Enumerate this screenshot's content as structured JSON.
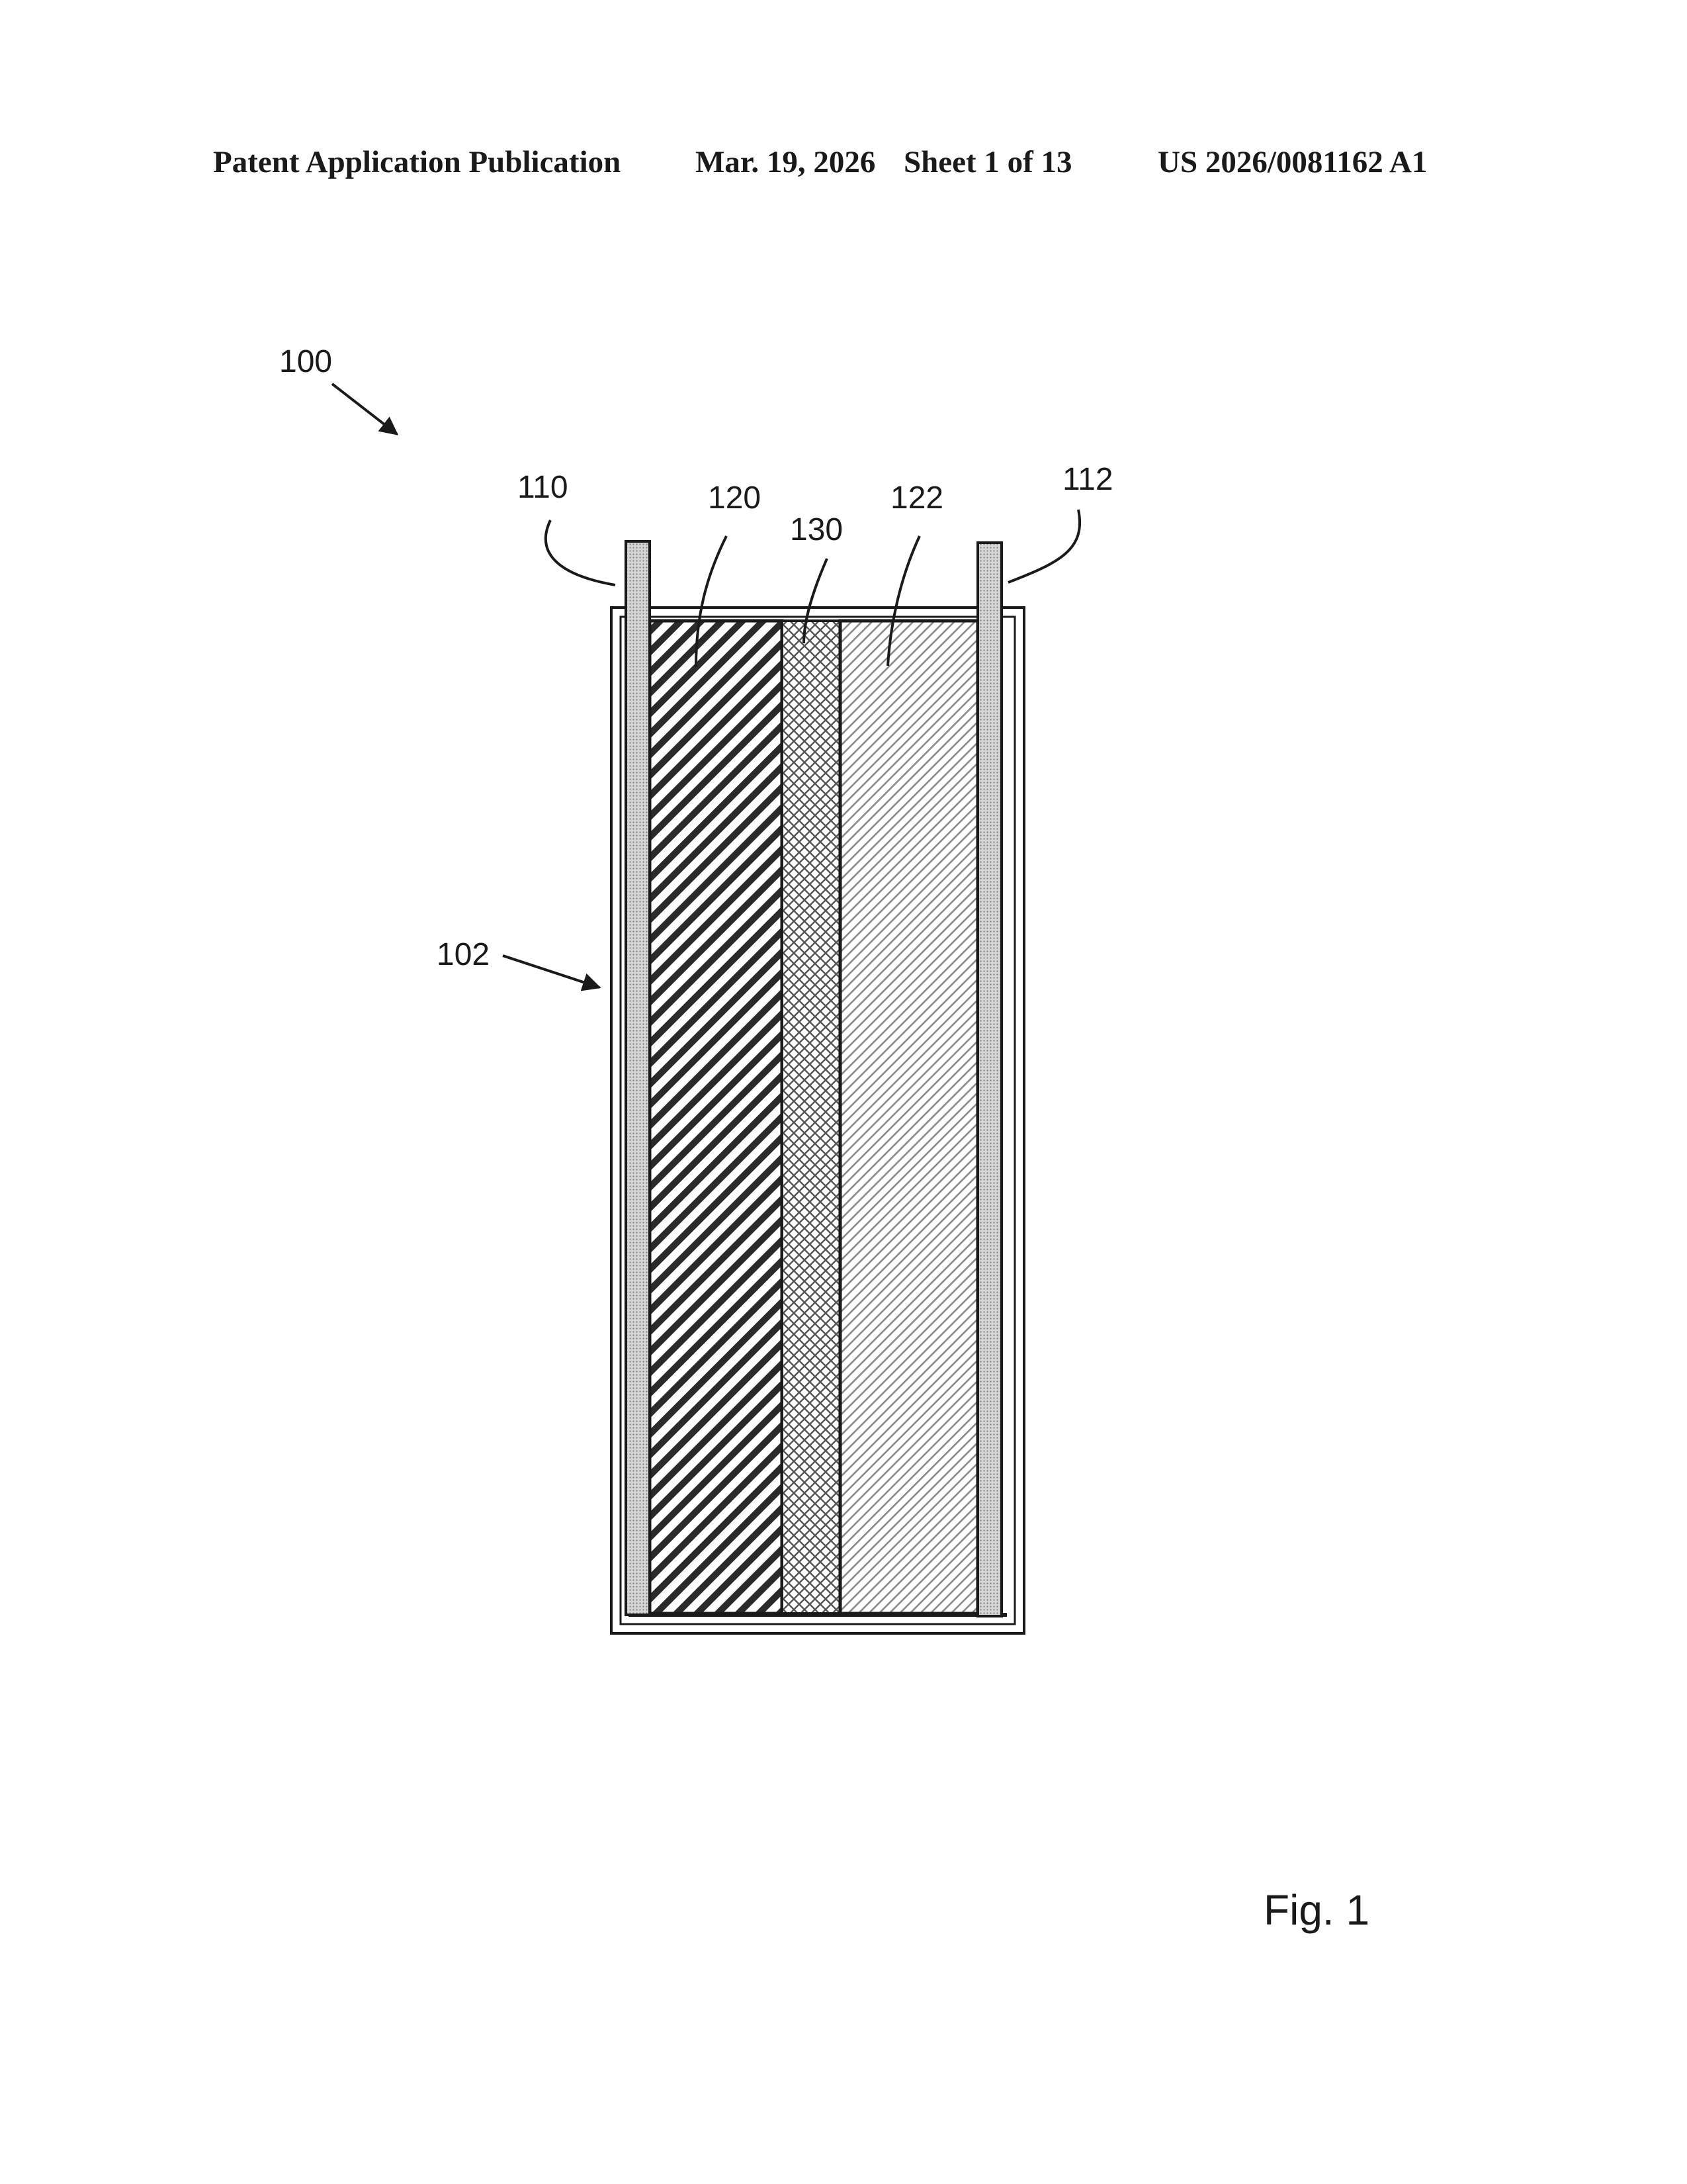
{
  "header": {
    "publication": "Patent Application Publication",
    "date": "Mar. 19, 2026",
    "sheet": "Sheet 1 of 13",
    "number": "US 2026/0081162 A1"
  },
  "labels": {
    "device": "100",
    "housing": "102",
    "terminal_left": "110",
    "terminal_right": "112",
    "electrode_left": "120",
    "electrode_right": "122",
    "separator": "130"
  },
  "figure_caption": "Fig. 1",
  "colors": {
    "ink": "#1a1a1a",
    "paper": "#ffffff",
    "terminal_fill": "#cfcfcf"
  }
}
